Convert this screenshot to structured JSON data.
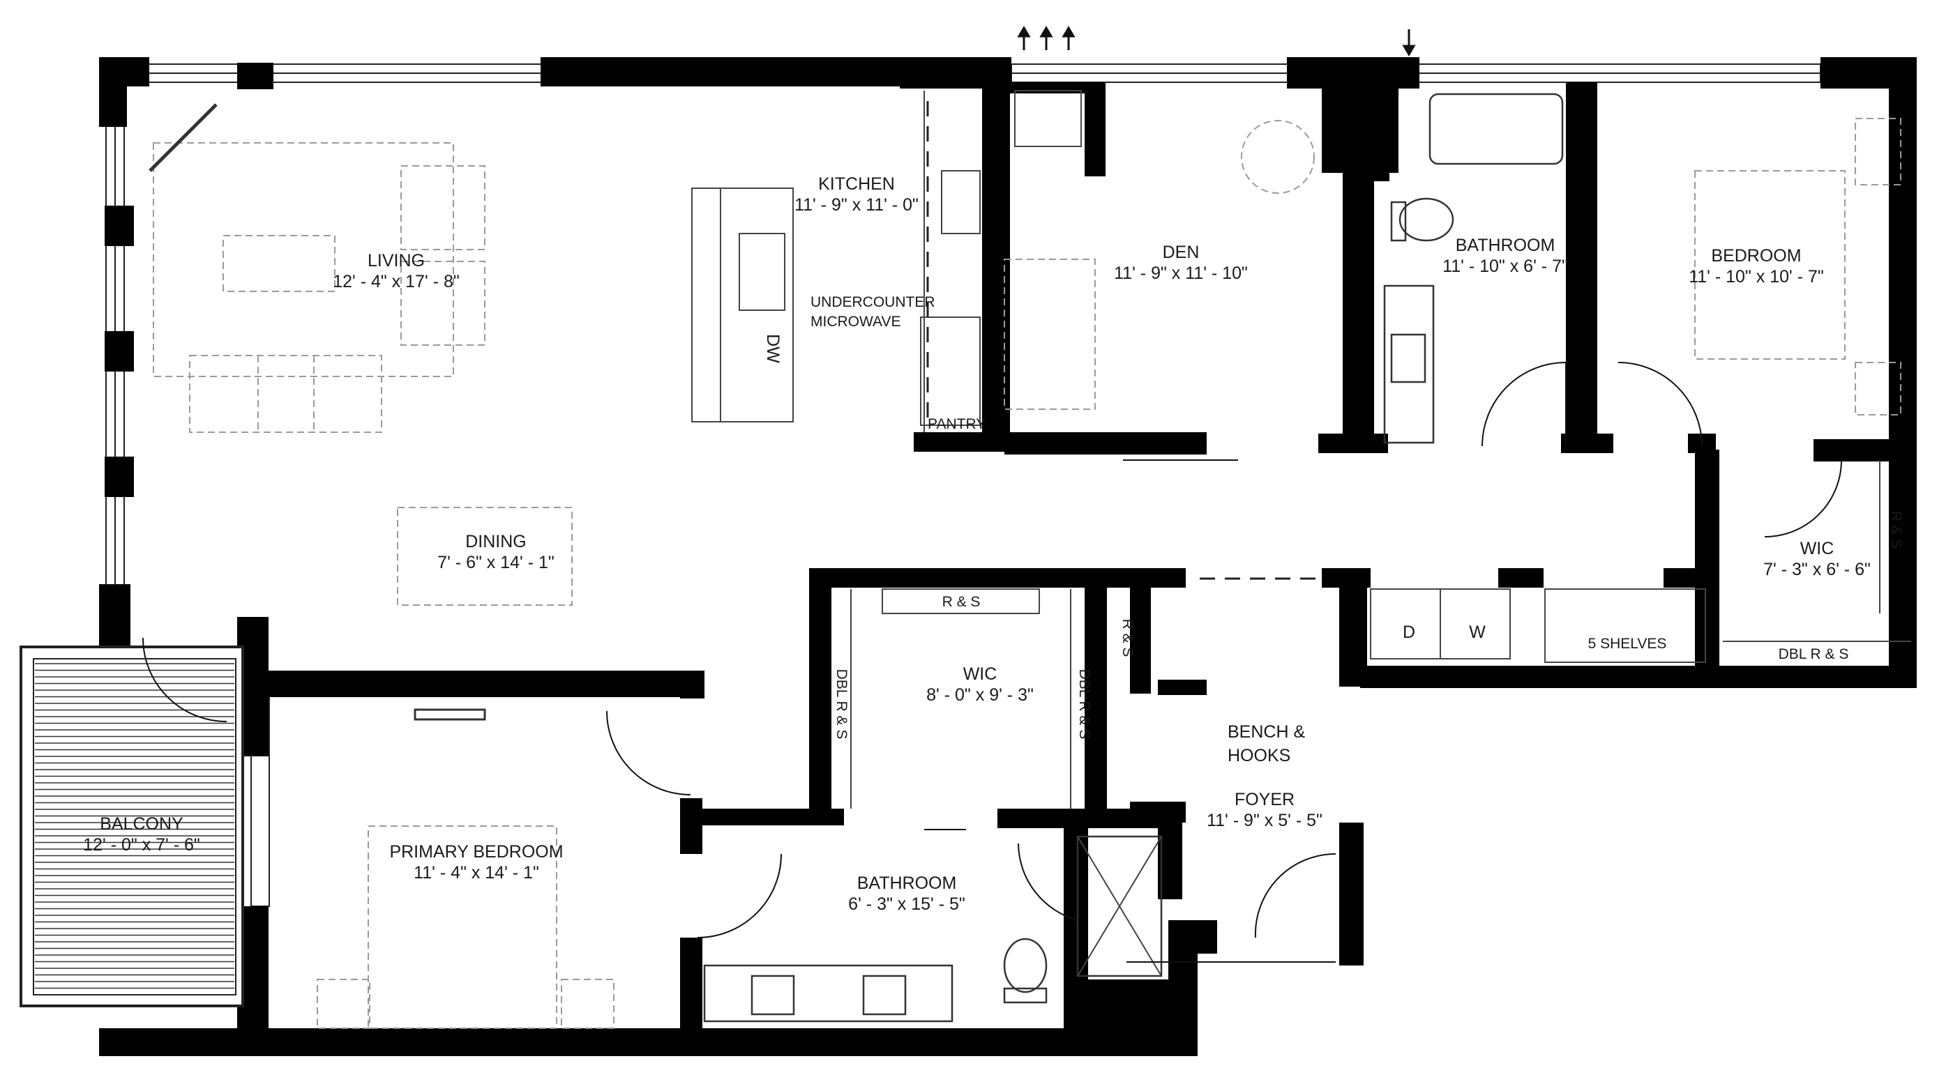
{
  "rooms": {
    "living": {
      "name": "LIVING",
      "dims": "12' - 4\" x 17' - 8\""
    },
    "kitchen": {
      "name": "KITCHEN",
      "dims": "11' - 9\" x 11' - 0\""
    },
    "den": {
      "name": "DEN",
      "dims": "11' - 9\" x 11' - 10\""
    },
    "bathroom_top": {
      "name": "BATHROOM",
      "dims": "11' - 10\" x 6' - 7\""
    },
    "bedroom": {
      "name": "BEDROOM",
      "dims": "11' - 10\" x 10' - 7\""
    },
    "dining": {
      "name": "DINING",
      "dims": "7' - 6\" x 14' - 1\""
    },
    "wic_center": {
      "name": "WIC",
      "dims": "8' - 0\" x 9' - 3\""
    },
    "wic_right": {
      "name": "WIC",
      "dims": "7' - 3\" x 6' - 6\""
    },
    "balcony": {
      "name": "BALCONY",
      "dims": "12' - 0\" x 7' - 6\""
    },
    "primary_bedroom": {
      "name": "PRIMARY BEDROOM",
      "dims": "11' - 4\" x 14' - 1\""
    },
    "bathroom_bottom": {
      "name": "BATHROOM",
      "dims": "6' - 3\" x 15' - 5\""
    },
    "foyer": {
      "name": "FOYER",
      "dims": "11' - 9\" x 5' - 5\""
    }
  },
  "labels": {
    "undercounter_1": "UNDERCOUNTER",
    "undercounter_2": "MICROWAVE",
    "dw": "DW",
    "pantry": "PANTRY",
    "dryer": "D",
    "washer": "W",
    "shelves": "5  SHELVES",
    "dbl_rs_right": "DBL R & S",
    "rs_right": "R & S",
    "rs_wic_top": "R & S",
    "dbl_rs_wic_left": "DBL R & S",
    "dbl_rs_wic_right": "DBL R & S",
    "rs_foyer": "R & S",
    "bench_1": "BENCH &",
    "bench_2": "HOOKS"
  }
}
